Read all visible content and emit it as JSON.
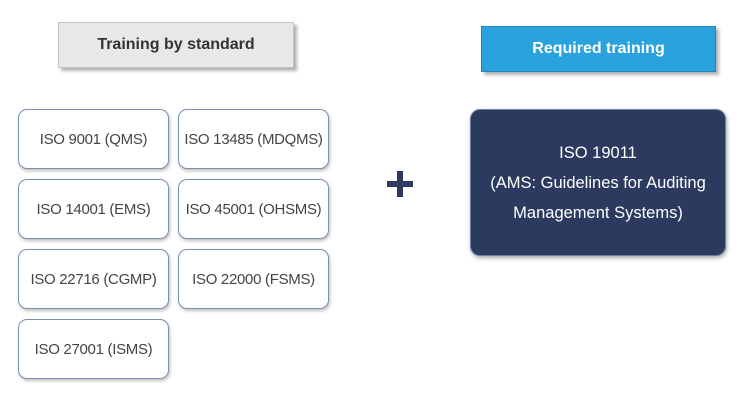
{
  "headers": {
    "left": "Training by standard",
    "right": "Required training"
  },
  "standards": [
    "ISO 9001  (QMS)",
    "ISO 13485 (MDQMS)",
    "ISO 14001  (EMS)",
    "ISO 45001 (OHSMS)",
    "ISO 22716 (CGMP)",
    "ISO 22000 (FSMS)",
    "ISO 27001  (ISMS)"
  ],
  "connector": {
    "icon": "plus-icon",
    "color": "#2b3a5e"
  },
  "required": {
    "line1": "ISO 19011",
    "line2": "(AMS: Guidelines for Auditing",
    "line3": "Management Systems)"
  },
  "colors": {
    "header_left_bg": "#e8e8e8",
    "header_right_bg": "#2aa2de",
    "required_bg": "#2b3a5e",
    "box_border": "#7a8fb2"
  }
}
